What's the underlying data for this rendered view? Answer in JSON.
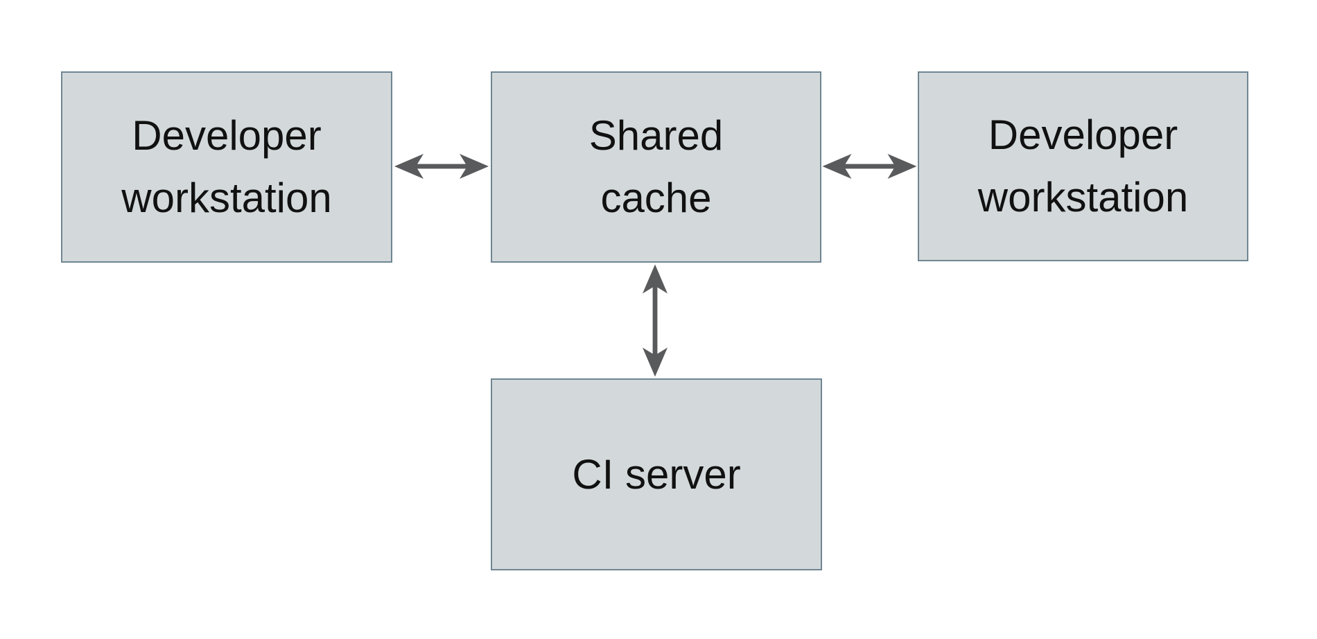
{
  "diagram": {
    "type": "architecture-diagram",
    "nodes": [
      {
        "id": "developer-workstation-left",
        "label": "Developer workstation"
      },
      {
        "id": "shared-cache",
        "label": "Shared cache"
      },
      {
        "id": "developer-workstation-right",
        "label": "Developer workstation"
      },
      {
        "id": "ci-server",
        "label": "CI server"
      }
    ],
    "edges": [
      {
        "from": "developer-workstation-left",
        "to": "shared-cache",
        "direction": "bidirectional",
        "orientation": "horizontal"
      },
      {
        "from": "shared-cache",
        "to": "developer-workstation-right",
        "direction": "bidirectional",
        "orientation": "horizontal"
      },
      {
        "from": "shared-cache",
        "to": "ci-server",
        "direction": "bidirectional",
        "orientation": "vertical"
      }
    ],
    "colors": {
      "node_fill": "#d3d9db",
      "node_border": "#6f8591",
      "arrow": "#595a5c",
      "text": "#111111",
      "background": "#ffffff"
    }
  }
}
